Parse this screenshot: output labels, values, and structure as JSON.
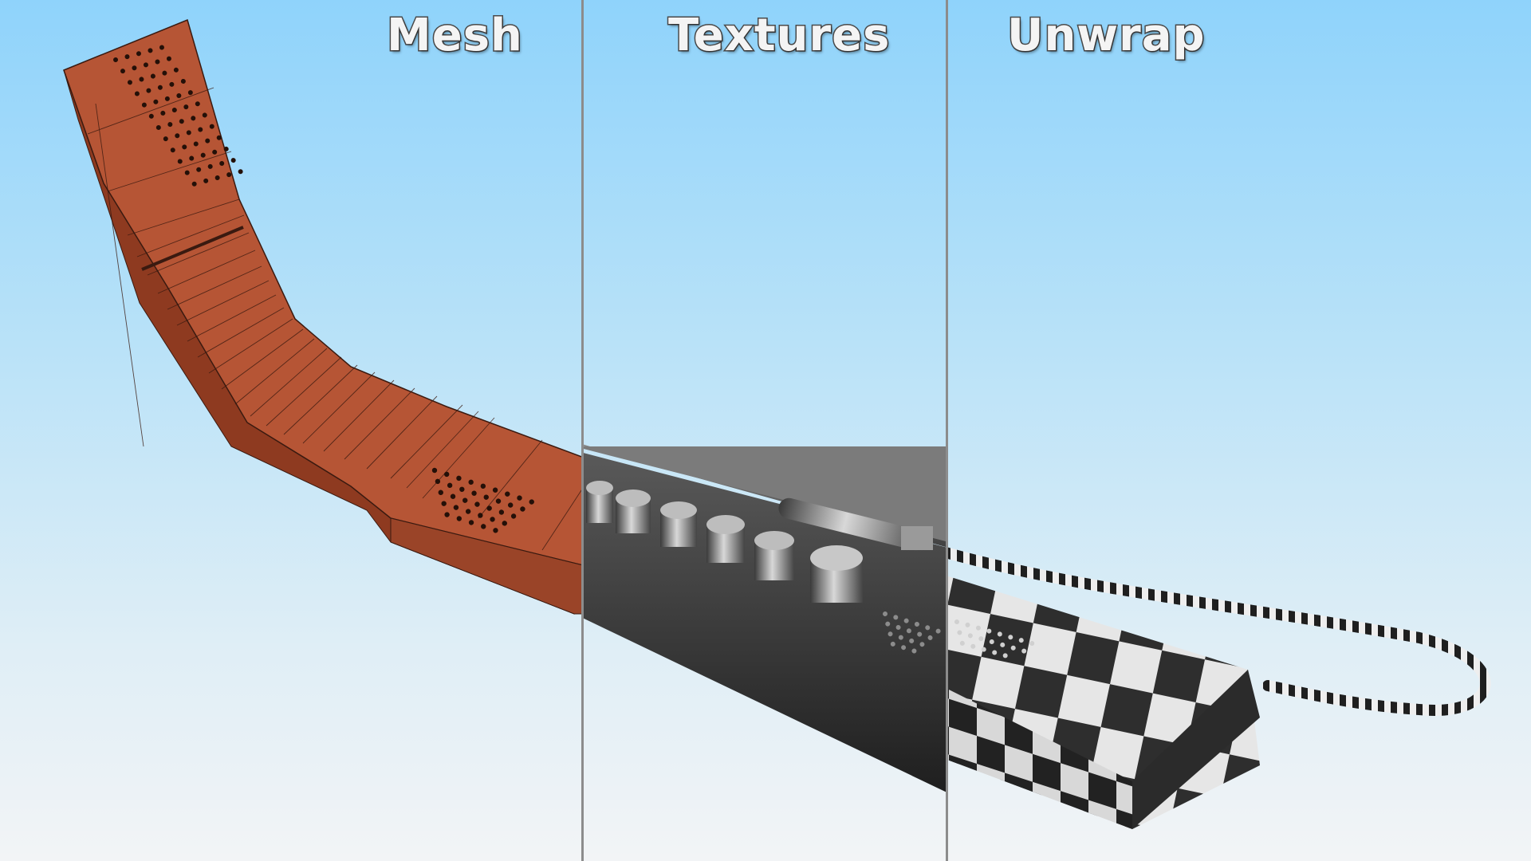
{
  "panels": [
    {
      "id": "mesh",
      "label": "Mesh"
    },
    {
      "id": "textures",
      "label": "Textures"
    },
    {
      "id": "unwrap",
      "label": "Unwrap"
    }
  ],
  "colors": {
    "mesh_fill": "#b65535",
    "mesh_wire": "#3a1a10",
    "steel": "#4b4b4b",
    "checker_dark": "#2e2e2e",
    "checker_light": "#e6e6e6",
    "divider": "#8c8c8c"
  }
}
